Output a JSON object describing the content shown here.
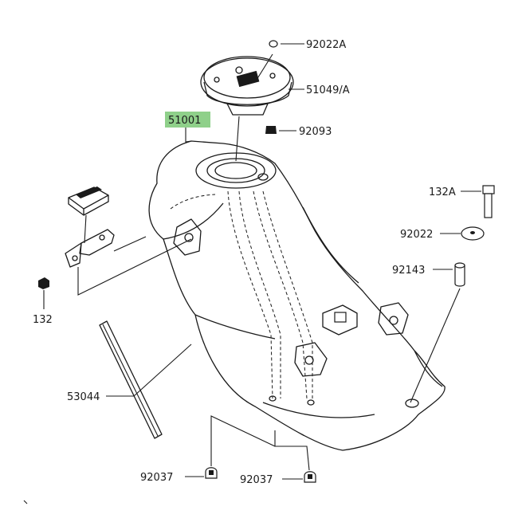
{
  "parts": {
    "p92022A": "92022A",
    "p51049A": "51049/A",
    "p92093": "92093",
    "p51001": "51001",
    "p132A": "132A",
    "p92022": "92022",
    "p92143": "92143",
    "p132": "132",
    "p53044": "53044",
    "p92037_left": "92037",
    "p92037_right": "92037"
  },
  "highlight_color": "#8fd08a"
}
